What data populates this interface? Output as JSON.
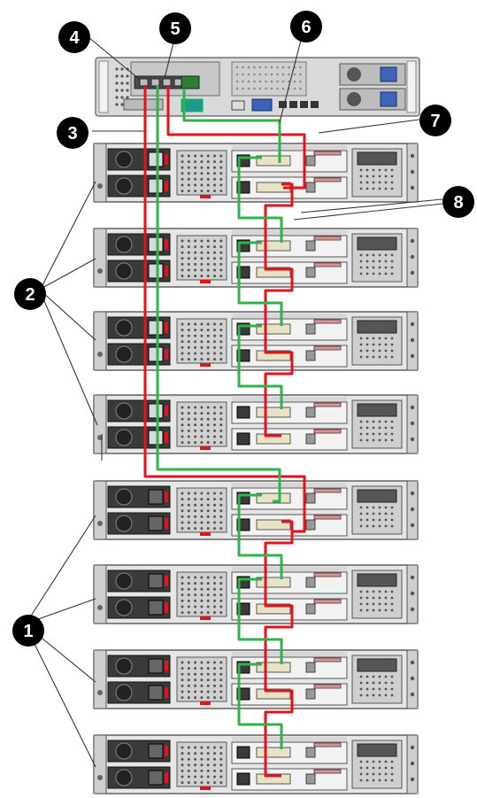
{
  "callouts": [
    {
      "label": "1"
    },
    {
      "label": "2"
    },
    {
      "label": "3"
    },
    {
      "label": "4"
    },
    {
      "label": "5"
    },
    {
      "label": "6"
    },
    {
      "label": "7"
    },
    {
      "label": "8"
    }
  ],
  "enclosures": {
    "total": 8,
    "group_2_count": 4,
    "group_1_count": 4
  },
  "colors": {
    "callout_fill": "#000000",
    "callout_text": "#ffffff",
    "cable_red": "#e3121b",
    "cable_green": "#2fb34a",
    "chassis_light": "#e6e6e6",
    "chassis_dark": "#3a3a3a",
    "leader_line": "#333333"
  },
  "icons": [
    "server-icon",
    "disk-enclosure-icon",
    "power-supply-icon",
    "sas-port-icon"
  ]
}
